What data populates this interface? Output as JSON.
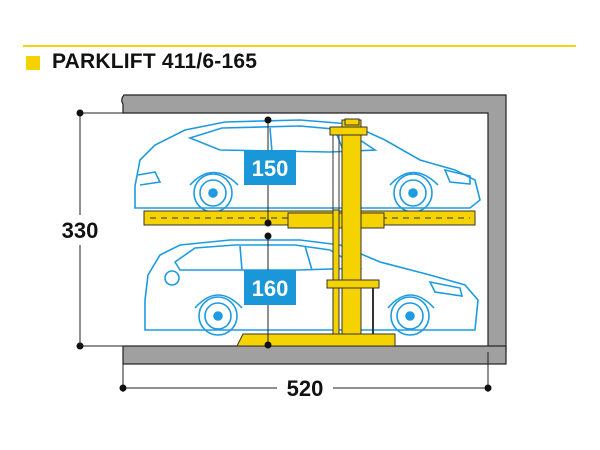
{
  "header": {
    "title": "PARKLIFT 411/6-165"
  },
  "dimensions": {
    "total_height": "330",
    "total_width": "520",
    "upper_level_height": "150",
    "lower_level_height": "160"
  },
  "colors": {
    "accent_yellow": "#F5D300",
    "wall_gray": "#A0A0A0",
    "car_blue": "#1E9BE0",
    "badge_blue": "#1A97D9",
    "outline": "#222222"
  },
  "icons": {
    "title_marker": "yellow-square-icon",
    "upper_car": "station-wagon-car-icon",
    "lower_car": "station-wagon-car-icon"
  }
}
